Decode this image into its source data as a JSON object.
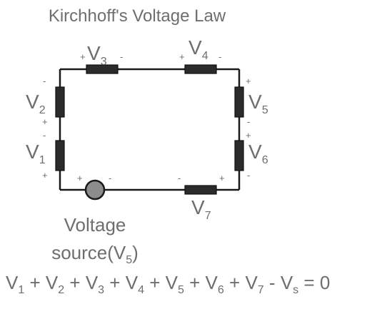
{
  "title": "Kirchhoff's Voltage Law",
  "symbol": "V",
  "minus_op": "-",
  "resistors": [
    {
      "id": "3",
      "sub": "3"
    },
    {
      "id": "4",
      "sub": "4"
    },
    {
      "id": "2",
      "sub": "2"
    },
    {
      "id": "1",
      "sub": "1"
    },
    {
      "id": "5",
      "sub": "5"
    },
    {
      "id": "6",
      "sub": "6"
    },
    {
      "id": "7",
      "sub": "7"
    }
  ],
  "signs": {
    "plus": "+",
    "minus": "-"
  },
  "source_label": {
    "line1": "Voltage",
    "line2_prefix": "source(V",
    "line2_sub": "5",
    "line2_suffix": ")"
  },
  "equation": {
    "terms": [
      "1",
      "2",
      "3",
      "4",
      "5",
      "6",
      "7"
    ],
    "plus_op": "+",
    "minus_term_sub": "s",
    "equals": "= 0"
  },
  "colors": {
    "wire": "#1a1a1a",
    "resistor": "#2b2b2b",
    "source_fill": "#8c8c8c",
    "text": "#6e6e6e"
  }
}
